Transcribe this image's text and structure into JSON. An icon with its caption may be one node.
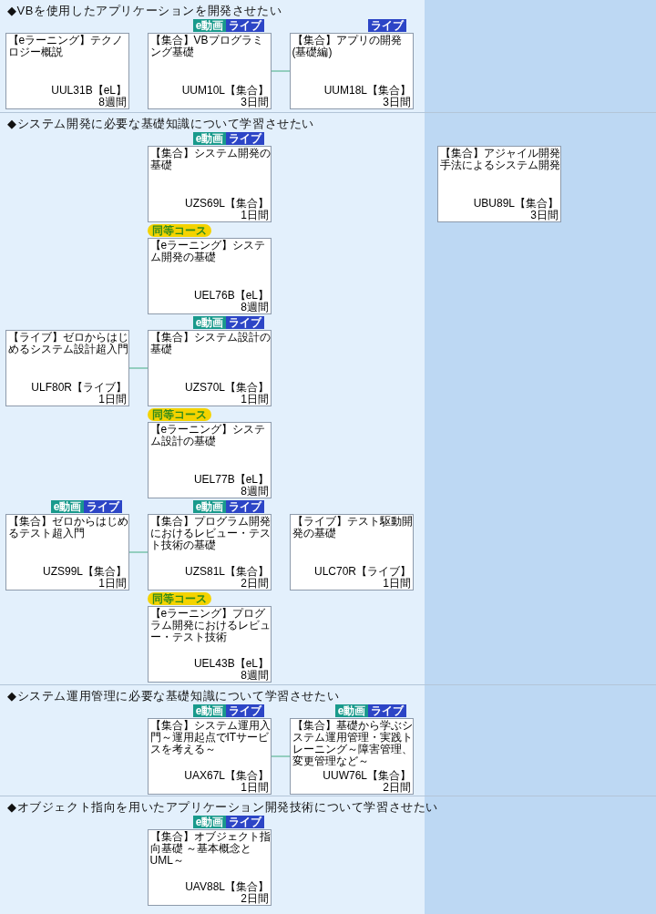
{
  "diagram": {
    "nodes": [
      {
        "text": [
          "◆VBを使用したアプリケーションを開発させたい"
        ]
      },
      {
        "text": [
          "【eラーニング】テクノロジー概説",
          "UUL31B【eL】",
          "8週間"
        ],
        "in": 0
      },
      {
        "text": [
          "【集合】VBプログラミング基礎",
          "UUM10L【集合】",
          "3日間"
        ],
        "in": 0,
        "beside": [
          "e動画",
          "ライブ"
        ]
      },
      {
        "text": [
          "【集合】アプリの開発(基礎編)",
          "UUM18L【集合】",
          "3日間"
        ],
        "in": 0,
        "beside": [
          "ライブ"
        ]
      },
      {
        "text": [
          "◆システム開発に必要な基礎知識について学習させたい"
        ]
      },
      {
        "text": [
          "【集合】システム開発の基礎",
          "UZS69L【集合】",
          "1日間"
        ],
        "in": 4,
        "beside": [
          "e動画",
          "ライブ"
        ]
      },
      {
        "text": [
          "【集合】アジャイル開発手法によるシステム開発",
          "UBU89L【集合】",
          "3日間"
        ],
        "in": 4
      },
      {
        "text": [
          "【eラーニング】システム開発の基礎",
          "UEL76B【eL】",
          "8週間"
        ],
        "in": 4,
        "beside": [
          "同等コース"
        ]
      },
      {
        "text": [
          "【ライブ】ゼロからはじめるシステム設計超入門",
          "ULF80R【ライブ】",
          "1日間"
        ],
        "in": 4
      },
      {
        "text": [
          "【集合】システム設計の基礎",
          "UZS70L【集合】",
          "1日間"
        ],
        "in": 4,
        "beside": [
          "e動画",
          "ライブ"
        ]
      },
      {
        "text": [
          "【eラーニング】システム設計の基礎",
          "UEL77B【eL】",
          "8週間"
        ],
        "in": 4,
        "beside": [
          "同等コース"
        ]
      },
      {
        "text": [
          "【集合】ゼロからはじめるテスト超入門",
          "UZS99L【集合】",
          "1日間"
        ],
        "in": 4,
        "beside": [
          "e動画",
          "ライブ"
        ]
      },
      {
        "text": [
          "【集合】プログラム開発におけるレビュー・テスト技術の基礎",
          "UZS81L【集合】",
          "2日間"
        ],
        "in": 4,
        "beside": [
          "e動画",
          "ライブ"
        ]
      },
      {
        "text": [
          "【ライブ】テスト駆動開発の基礎",
          "ULC70R【ライブ】",
          "1日間"
        ],
        "in": 4
      },
      {
        "text": [
          "【eラーニング】プログラム開発におけるレビュー・テスト技術",
          "UEL43B【eL】",
          "8週間"
        ],
        "in": 4,
        "beside": [
          "同等コース"
        ]
      },
      {
        "text": [
          "◆システム運用管理に必要な基礎知識について学習させたい"
        ]
      },
      {
        "text": [
          "【集合】システム運用入門～運用起点でITサービスを考える～",
          "UAX67L【集合】",
          "1日間"
        ],
        "in": 15,
        "beside": [
          "e動画",
          "ライブ"
        ]
      },
      {
        "text": [
          "【集合】基礎から学ぶシステム運用管理・実践トレーニング～障害管理、変更管理など～",
          "UUW76L【集合】",
          "2日間"
        ],
        "in": 15,
        "beside": [
          "e動画",
          "ライブ"
        ]
      },
      {
        "text": [
          "◆オブジェクト指向を用いたアプリケーション開発技術について学習させたい"
        ]
      },
      {
        "text": [
          "【集合】オブジェクト指向基礎 ～基本概念とUML～",
          "UAV88L【集合】",
          "2日間"
        ],
        "in": 18,
        "beside": [
          "e動画",
          "ライブ"
        ]
      }
    ],
    "edges": [
      {
        "from": 2,
        "to": 3,
        "arrow": "none"
      },
      {
        "from": 8,
        "to": 9,
        "arrow": "none"
      },
      {
        "from": 11,
        "to": 12,
        "arrow": "none"
      },
      {
        "from": 16,
        "to": 17,
        "arrow": "none"
      }
    ]
  }
}
